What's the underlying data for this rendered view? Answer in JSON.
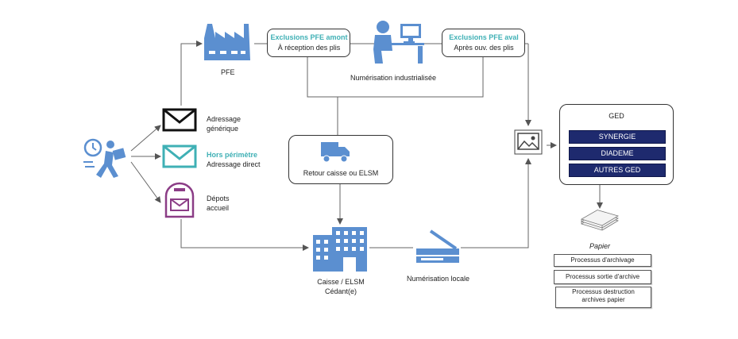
{
  "nodes": {
    "pfe": "PFE",
    "excl_amont_title": "Exclusions PFE amont",
    "excl_amont_sub": "À réception des plis",
    "excl_aval_title": "Exclusions PFE aval",
    "excl_aval_sub": "Après ouv. des plis",
    "numerisation_industrielle": "Numérisation industrialisée",
    "adressage_generique_1": "Adressage",
    "adressage_generique_2": "générique",
    "hors_perimetre": "Hors périmètre",
    "adressage_direct": "Adressage direct",
    "depots_1": "Dépots",
    "depots_2": "accueil",
    "retour": "Retour caisse ou ELSM",
    "caisse_1": "Caisse / ELSM",
    "caisse_2": "Cédant(e)",
    "numerisation_locale": "Numérisation locale",
    "ged_title": "GED",
    "ged_items": [
      "SYNERGIE",
      "DIADEME",
      "AUTRES GED"
    ],
    "papier": "Papier",
    "processes": [
      "Processus d'archivage",
      "Processus sortie d'archive",
      "Processus destruction",
      "archives papier"
    ]
  },
  "colors": {
    "icon_blue": "#5b8fd0",
    "teal": "#3fb0b5",
    "purple": "#8b3d86",
    "navy": "#1e2a6e"
  }
}
